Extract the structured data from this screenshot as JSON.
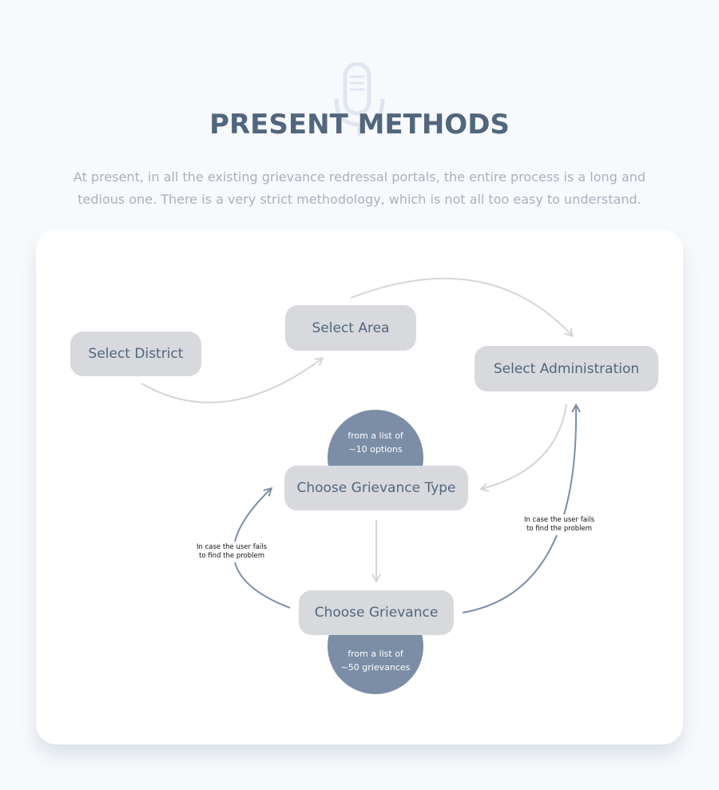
{
  "header": {
    "title": "PRESENT METHODS",
    "intro": "At present, in all the existing grievance redressal portals, the entire process is a long and tedious one. There is a very strict methodology, which is not all too easy to understand."
  },
  "diagram": {
    "nodes": {
      "select_district": "Select District",
      "select_area": "Select Area",
      "select_administration": "Select Administration",
      "choose_grievance_type": "Choose Grievance Type",
      "choose_grievance": "Choose Grievance"
    },
    "bubbles": {
      "type_options": "from a list of\n~10 options",
      "grievance_options": "from a list of\n~50 grievances"
    },
    "notes": {
      "left_fallback": "In case the user fails\nto find the problem",
      "right_fallback": "In case the user fails\nto find the problem"
    }
  },
  "colors": {
    "title": "#52667d",
    "intro_text": "#a9b0bd",
    "node_fill": "#d8d9dc",
    "node_text": "#52667d",
    "bubble_fill": "#7b8ea6",
    "gray_arrow": "#d4d5d8",
    "blue_arrow": "#7b8ea6",
    "background": "#f7fafc"
  }
}
